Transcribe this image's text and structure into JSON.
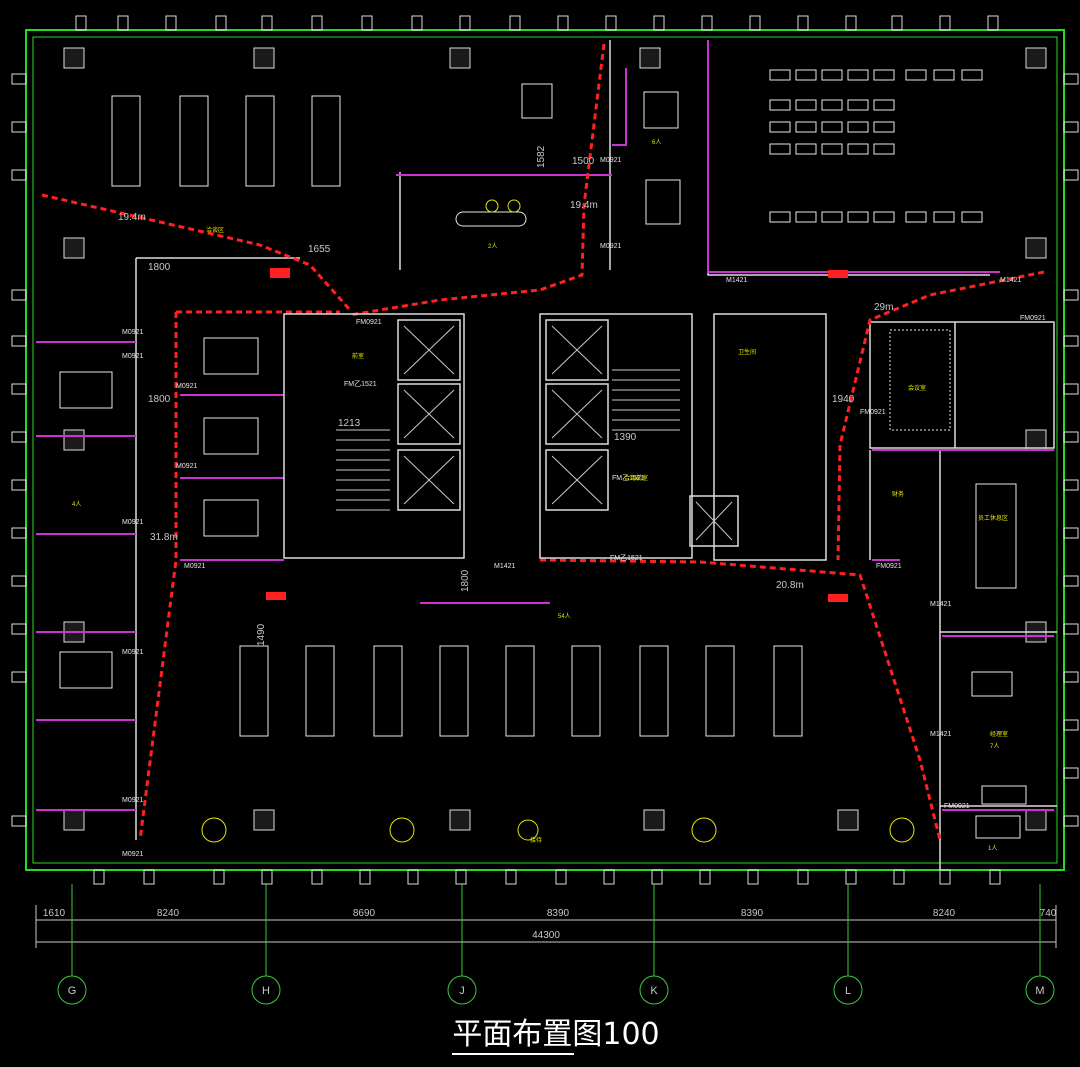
{
  "title": "平面布置图100",
  "dimensions": {
    "overall": "44300",
    "segments": [
      "1610",
      "8240",
      "8690",
      "8390",
      "8390",
      "8240",
      "740"
    ],
    "notes": [
      "1800",
      "1800",
      "1800",
      "1582",
      "1500",
      "1655",
      "1490",
      "1213",
      "1390",
      "1940",
      "19.4m",
      "19.4m",
      "29m",
      "31.8m",
      "20.8m"
    ]
  },
  "axes": [
    "G",
    "H",
    "J",
    "K",
    "L",
    "M"
  ],
  "doors": [
    "M0921",
    "M0921",
    "M0921",
    "M0921",
    "M0921",
    "M0921",
    "M0921",
    "M0921",
    "M0921",
    "M0921",
    "M0921",
    "M1421",
    "M1421",
    "M1421",
    "M1421",
    "M1421",
    "FM0921",
    "FM0921",
    "FM0921",
    "FM0921",
    "FM0921",
    "FM乙1521",
    "FM乙1521",
    "FM乙1521"
  ],
  "rooms": [
    "前室",
    "合用前室",
    "卫生间",
    "员工休息区",
    "会议室",
    "经理室",
    "接待",
    "洽谈区",
    "财务",
    "2人",
    "6人",
    "1人",
    "7人",
    "4人",
    "54人"
  ],
  "colors": {
    "background": "#000000",
    "wall": "#dcdcdc",
    "outer_wall": "#22dd22",
    "partition": "#cc33cc",
    "route": "#ff2020",
    "furniture": "#e6e6e6",
    "label": "#e6e600",
    "grid": "#3cc83c"
  }
}
